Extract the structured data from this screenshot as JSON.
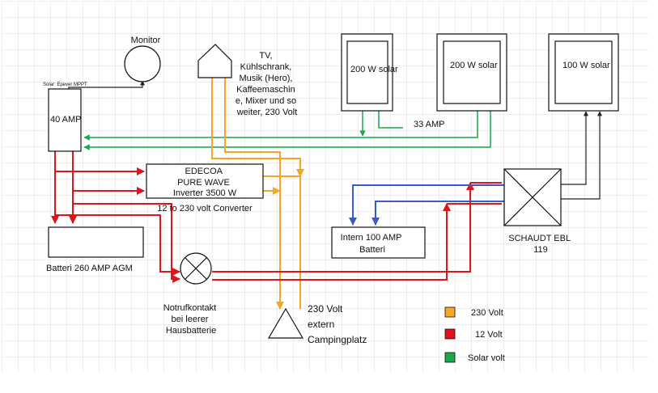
{
  "colors": {
    "volt230": "#f5a623",
    "volt12": "#e0151b",
    "solar": "#1ca64c",
    "dc_link": "#3b5bc8",
    "wire_black": "#222222",
    "grid": "#dcdcdc",
    "box_fill": "#ffffff",
    "box_stroke": "#111111"
  },
  "labels": {
    "monitor": "Monitor",
    "controller_caption": "Solar: Epever MPPT",
    "controller_value": "40 AMP",
    "appliances": [
      "TV,",
      "Kühlschrank,",
      "Musik (Hero),",
      "Kaffeemaschin",
      "e, Mixer und so",
      "weiter, 230 Volt"
    ],
    "panel_1": "200 W solar",
    "panel_2": "200 W solar",
    "panel_3": "100 W solar",
    "solar_current": "33 AMP",
    "inverter": [
      "EDECOA",
      "PURE WAVE",
      "Inverter 3500 W"
    ],
    "inverter_caption": "12 to 230 volt Converter",
    "battery_main": "Batteri 260 AMP AGM",
    "battery_intern": [
      "Intern 100 AMP",
      "Batteri"
    ],
    "ebl": [
      "SCHAUDT EBL",
      "119"
    ],
    "emergency": [
      "Notrufkontakt",
      "bei leerer",
      "Hausbatterie"
    ],
    "external": [
      "230 Volt",
      "extern",
      "Campingplatz"
    ]
  },
  "legend": [
    {
      "label": "230 Volt",
      "color": "#f5a623"
    },
    {
      "label": "12 Volt",
      "color": "#e0151b"
    },
    {
      "label": "Solar volt",
      "color": "#1ca64c"
    }
  ]
}
